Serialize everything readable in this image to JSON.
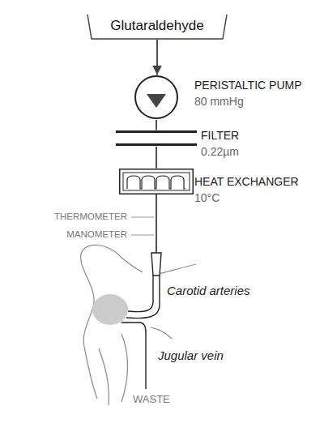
{
  "diagram": {
    "nodes": [
      {
        "text": [
          "Glutaraldehyde"
        ]
      },
      {
        "text": [
          "PERISTALTIC PUMP",
          "80 mmHg"
        ]
      },
      {
        "text": [
          "FILTER",
          "0.22µm"
        ]
      },
      {
        "text": [
          "HEAT EXCHANGER",
          "10°C"
        ]
      }
    ],
    "edges": [
      {
        "from": 0,
        "to": 1,
        "arrow": "to"
      },
      {
        "from": 1,
        "to": 2,
        "arrow": "none"
      },
      {
        "from": 2,
        "to": 3,
        "arrow": "none"
      }
    ],
    "labels": [
      "THERMOMETER",
      "MANOMETER",
      "Carotid arteries",
      "Jugular vein",
      "WASTE"
    ]
  }
}
